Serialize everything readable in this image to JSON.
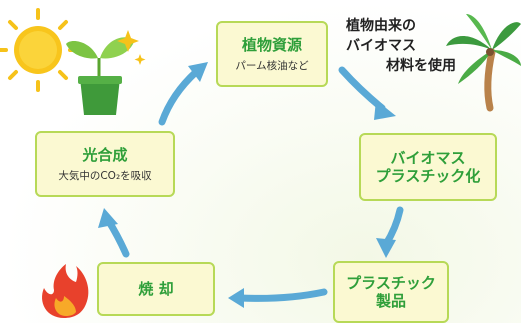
{
  "cycle": {
    "plant_resource": {
      "title": "植物資源",
      "subtitle": "パーム核油など"
    },
    "bioplastic": {
      "line1": "バイオマス",
      "line2": "プラスチック化"
    },
    "product": {
      "line1": "プラスチック",
      "line2": "製品"
    },
    "incineration": {
      "title": "焼 却"
    },
    "photosynthesis": {
      "title": "光合成",
      "subtitle": "大気中のCO₂を吸収"
    }
  },
  "note": {
    "line1": "植物由来の",
    "line2": "バイオマス",
    "line3": "材料を使用"
  },
  "icons": [
    "sun-icon",
    "seedling-pot-icon",
    "sparkle-icon",
    "palm-tree-icon",
    "fire-icon",
    "cycle-arrow-icon"
  ],
  "colors": {
    "box_fill": "#fbf9d2",
    "box_border": "#b7d957",
    "title_green": "#2f9f3a",
    "arrow_blue": "#5aa9d6"
  }
}
